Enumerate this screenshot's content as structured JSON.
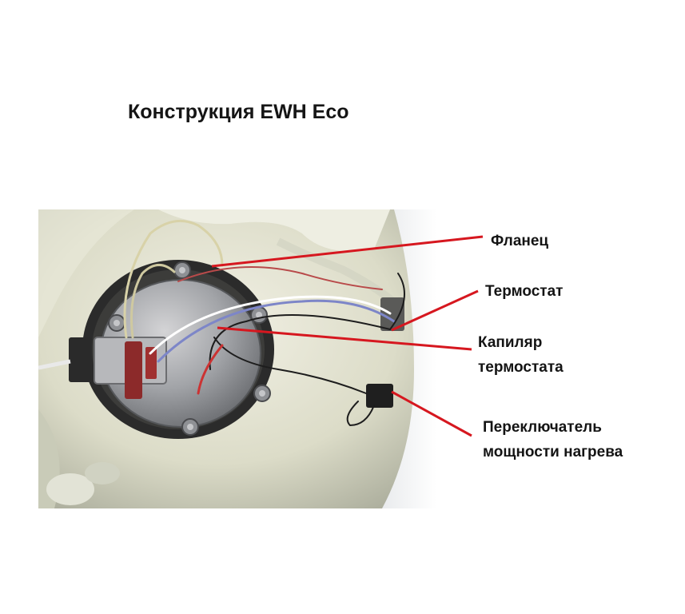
{
  "title": "Конструкция EWH Eco",
  "arrow_color": "#d6171f",
  "labels": {
    "flange": "Фланец",
    "thermostat": "Термостат",
    "capillary_line1": "Капиляр",
    "capillary_line2": "термостата",
    "switch_line1": "Переключатель",
    "switch_line2": "мощности нагрева"
  }
}
